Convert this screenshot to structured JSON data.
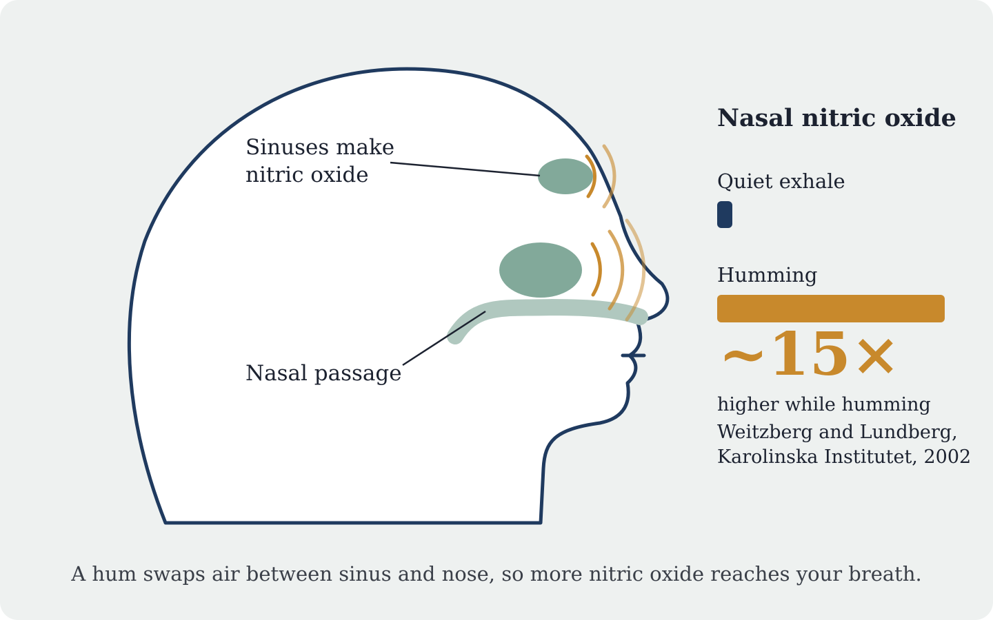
{
  "labels": {
    "sinus_line1": "Sinuses make",
    "sinus_line2": "nitric oxide",
    "nasal": "Nasal passage"
  },
  "panel": {
    "title": "Nasal nitric oxide",
    "bars": [
      {
        "label": "Quiet exhale",
        "relative_value": 1,
        "color": "#1f3a5f"
      },
      {
        "label": "Humming",
        "relative_value": 15,
        "color": "#c8892c"
      }
    ],
    "big_value": "~15×",
    "big_caption": "higher while humming",
    "source_line1": "Weitzberg and Lundberg,",
    "source_line2": "Karolinska Institutet, 2002"
  },
  "caption": "A hum swaps air between sinus and nose, so more nitric oxide reaches your breath.",
  "colors": {
    "outline": "#1f3a5f",
    "sinus": "#82a99a",
    "passage": "#b0c8bf",
    "wave": "#c8892c",
    "background": "#eef1f0"
  }
}
